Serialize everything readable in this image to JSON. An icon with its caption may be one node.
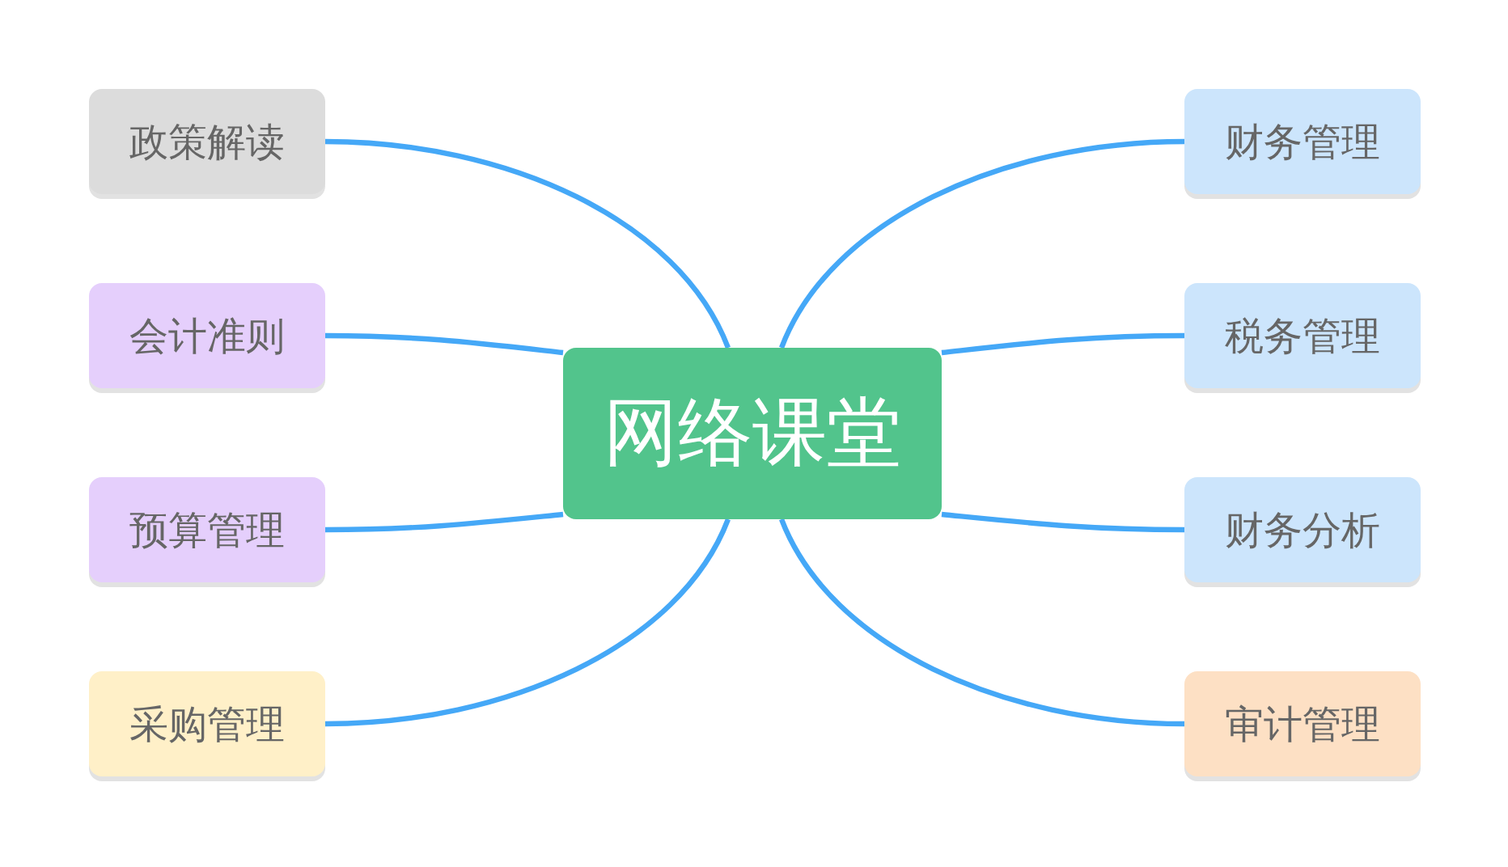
{
  "diagram": {
    "nodes": [
      {
        "text": [
          "网络课堂"
        ]
      },
      {
        "text": [
          "政策解读"
        ]
      },
      {
        "text": [
          "会计准则"
        ]
      },
      {
        "text": [
          "预算管理"
        ]
      },
      {
        "text": [
          "采购管理"
        ]
      },
      {
        "text": [
          "财务管理"
        ]
      },
      {
        "text": [
          "税务管理"
        ]
      },
      {
        "text": [
          "财务分析"
        ]
      },
      {
        "text": [
          "审计管理"
        ]
      }
    ],
    "edges": [
      {
        "from": 0,
        "to": 1,
        "arrow": "none"
      },
      {
        "from": 0,
        "to": 2,
        "arrow": "none"
      },
      {
        "from": 0,
        "to": 3,
        "arrow": "none"
      },
      {
        "from": 0,
        "to": 4,
        "arrow": "none"
      },
      {
        "from": 0,
        "to": 5,
        "arrow": "none"
      },
      {
        "from": 0,
        "to": 6,
        "arrow": "none"
      },
      {
        "from": 0,
        "to": 7,
        "arrow": "none"
      },
      {
        "from": 0,
        "to": 8,
        "arrow": "none"
      }
    ]
  }
}
